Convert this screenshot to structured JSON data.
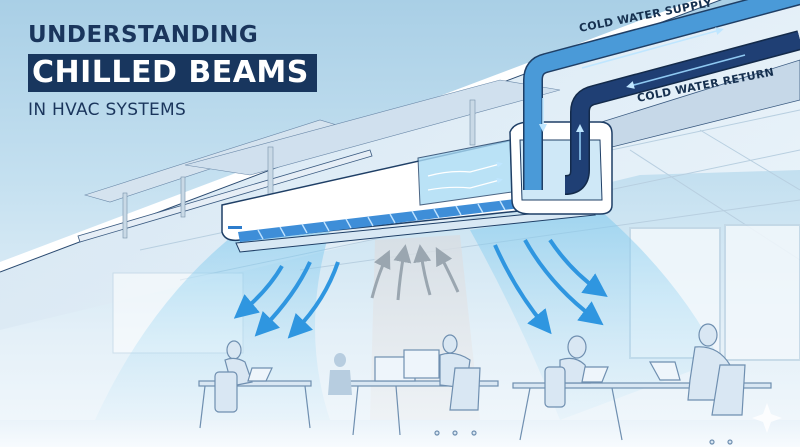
{
  "title": {
    "line1": "UNDERSTANDING",
    "line2": "CHILLED BEAMS",
    "line3": "IN HVAC SYSTEMS"
  },
  "labels": {
    "supply": "COLD WATER SUPPLY",
    "return": "COLD WATER RETURN"
  },
  "icons": {
    "supply_flow": "arrow-right",
    "return_flow": "arrow-left",
    "cool_air": "curved-arrow-down",
    "warm_air": "arrow-up",
    "sparkle": "four-point-star"
  },
  "colors": {
    "title_navy": "#18365e",
    "supply_pipe": "#4a9ad8",
    "return_pipe": "#1f3f74",
    "cool_air": "#2f96e0",
    "warm_air": "#9aa6b0",
    "background": "#c4e0f0"
  }
}
